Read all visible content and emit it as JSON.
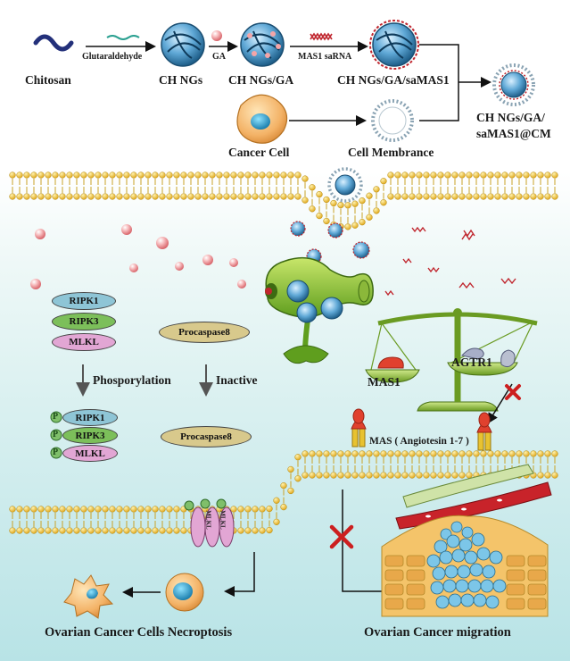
{
  "synthesis": {
    "chitosan": "Chitosan",
    "glutaraldehyde": "Glutaraldehyde",
    "ch_ngs": "CH NGs",
    "ga": "GA",
    "ch_ngs_ga": "CH NGs/GA",
    "mas1_sarna": "MAS1 saRNA",
    "ch_ngs_ga_samas1": "CH NGs/GA/saMAS1",
    "final_line1": "CH NGs/GA/",
    "final_line2": "saMAS1@CM",
    "cancer_cell": "Cancer Cell",
    "cell_membrane": "Cell Membrance"
  },
  "necroptosis": {
    "ripk1": "RIPK1",
    "ripk3": "RIPK3",
    "mlkl": "MLKL",
    "procaspase8": "Procaspase8",
    "phosphorylation": "Phosporylation",
    "inactive": "Inactive",
    "p": "P",
    "outcome": "Ovarian Cancer Cells Necroptosis"
  },
  "migration": {
    "mas1": "MAS1",
    "agtr1": "AGTR1",
    "mas_receptor": "MAS ( Angiotesin 1-7 )",
    "outcome": "Ovarian Cancer migration"
  },
  "colors": {
    "bead": "#f2c230",
    "lipid_tail": "#c9a227",
    "nanogel": "#2f7fa8",
    "ga_sphere": "#f1a5a8",
    "rna": "#c0262e",
    "ripk1": "#8ec5d6",
    "ripk3": "#7cbf5a",
    "mlkl": "#e2a6d4",
    "procaspase8": "#d8c98c",
    "scale": "#7aaa2e",
    "mas1_red": "#e0412e",
    "cross": "#cc1f1f"
  }
}
